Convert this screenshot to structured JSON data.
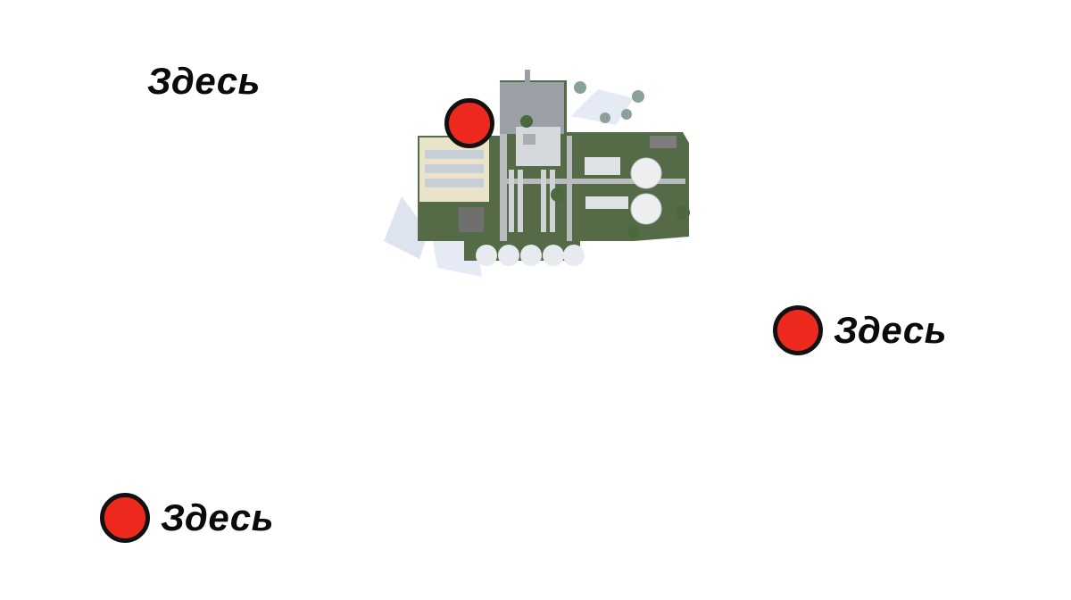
{
  "markers": [
    {
      "label": "Здесь",
      "color": "#ee2a1f"
    },
    {
      "label": "Здесь",
      "color": "#ee2a1f"
    },
    {
      "label": "Здесь",
      "color": "#ee2a1f"
    }
  ],
  "colors": {
    "background": "#ffffff",
    "marker_fill": "#ee2a1f",
    "marker_border": "#111111"
  },
  "illustration": {
    "icon": "water-treatment-plant-aerial-view"
  }
}
